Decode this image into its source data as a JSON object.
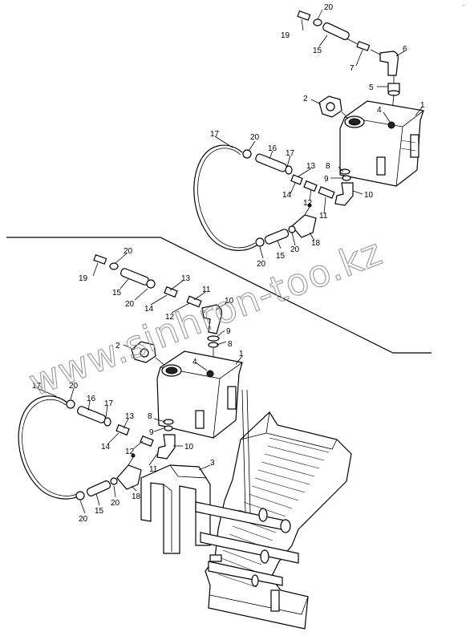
{
  "corner_mark": "~",
  "watermark": "www.sinhron-too.kz",
  "upper_assembly": {
    "labels": [
      {
        "id": "u20a",
        "text": "20"
      },
      {
        "id": "u19",
        "text": "19"
      },
      {
        "id": "u15a",
        "text": "15"
      },
      {
        "id": "u6",
        "text": "6"
      },
      {
        "id": "u7",
        "text": "7"
      },
      {
        "id": "u5",
        "text": "5"
      },
      {
        "id": "u2",
        "text": "2"
      },
      {
        "id": "u4",
        "text": "4"
      },
      {
        "id": "u1",
        "text": "1"
      },
      {
        "id": "u17a",
        "text": "17"
      },
      {
        "id": "u20b",
        "text": "20"
      },
      {
        "id": "u16",
        "text": "16"
      },
      {
        "id": "u17b",
        "text": "17"
      },
      {
        "id": "u13",
        "text": "13"
      },
      {
        "id": "u14",
        "text": "14"
      },
      {
        "id": "u8",
        "text": "8"
      },
      {
        "id": "u9",
        "text": "9"
      },
      {
        "id": "u12",
        "text": "12"
      },
      {
        "id": "u10",
        "text": "10"
      },
      {
        "id": "u11",
        "text": "11"
      },
      {
        "id": "u18",
        "text": "18"
      },
      {
        "id": "u20c",
        "text": "20"
      },
      {
        "id": "u15b",
        "text": "15"
      },
      {
        "id": "u20d",
        "text": "20"
      }
    ]
  },
  "lower_assembly": {
    "labels": [
      {
        "id": "l20a",
        "text": "20"
      },
      {
        "id": "l19",
        "text": "19"
      },
      {
        "id": "l15a",
        "text": "15"
      },
      {
        "id": "l13",
        "text": "13"
      },
      {
        "id": "l11a",
        "text": "11"
      },
      {
        "id": "l20b",
        "text": "20"
      },
      {
        "id": "l14a",
        "text": "14"
      },
      {
        "id": "l12a",
        "text": "12"
      },
      {
        "id": "l10a",
        "text": "10"
      },
      {
        "id": "l9",
        "text": "9"
      },
      {
        "id": "l8a",
        "text": "8"
      },
      {
        "id": "l2",
        "text": "2"
      },
      {
        "id": "l4",
        "text": "4"
      },
      {
        "id": "l1",
        "text": "1"
      },
      {
        "id": "l17a",
        "text": "17"
      },
      {
        "id": "l20c",
        "text": "20"
      },
      {
        "id": "l16",
        "text": "16"
      },
      {
        "id": "l17b",
        "text": "17"
      },
      {
        "id": "l13b",
        "text": "13"
      },
      {
        "id": "l14b",
        "text": "14"
      },
      {
        "id": "l8b",
        "text": "8"
      },
      {
        "id": "l12b",
        "text": "12"
      },
      {
        "id": "l10b",
        "text": "10"
      },
      {
        "id": "l11b",
        "text": "11"
      },
      {
        "id": "l9b",
        "text": "9"
      },
      {
        "id": "l3",
        "text": "3"
      },
      {
        "id": "l18",
        "text": "18"
      },
      {
        "id": "l20d",
        "text": "20"
      },
      {
        "id": "l15b",
        "text": "15"
      },
      {
        "id": "l20e",
        "text": "20"
      }
    ]
  }
}
